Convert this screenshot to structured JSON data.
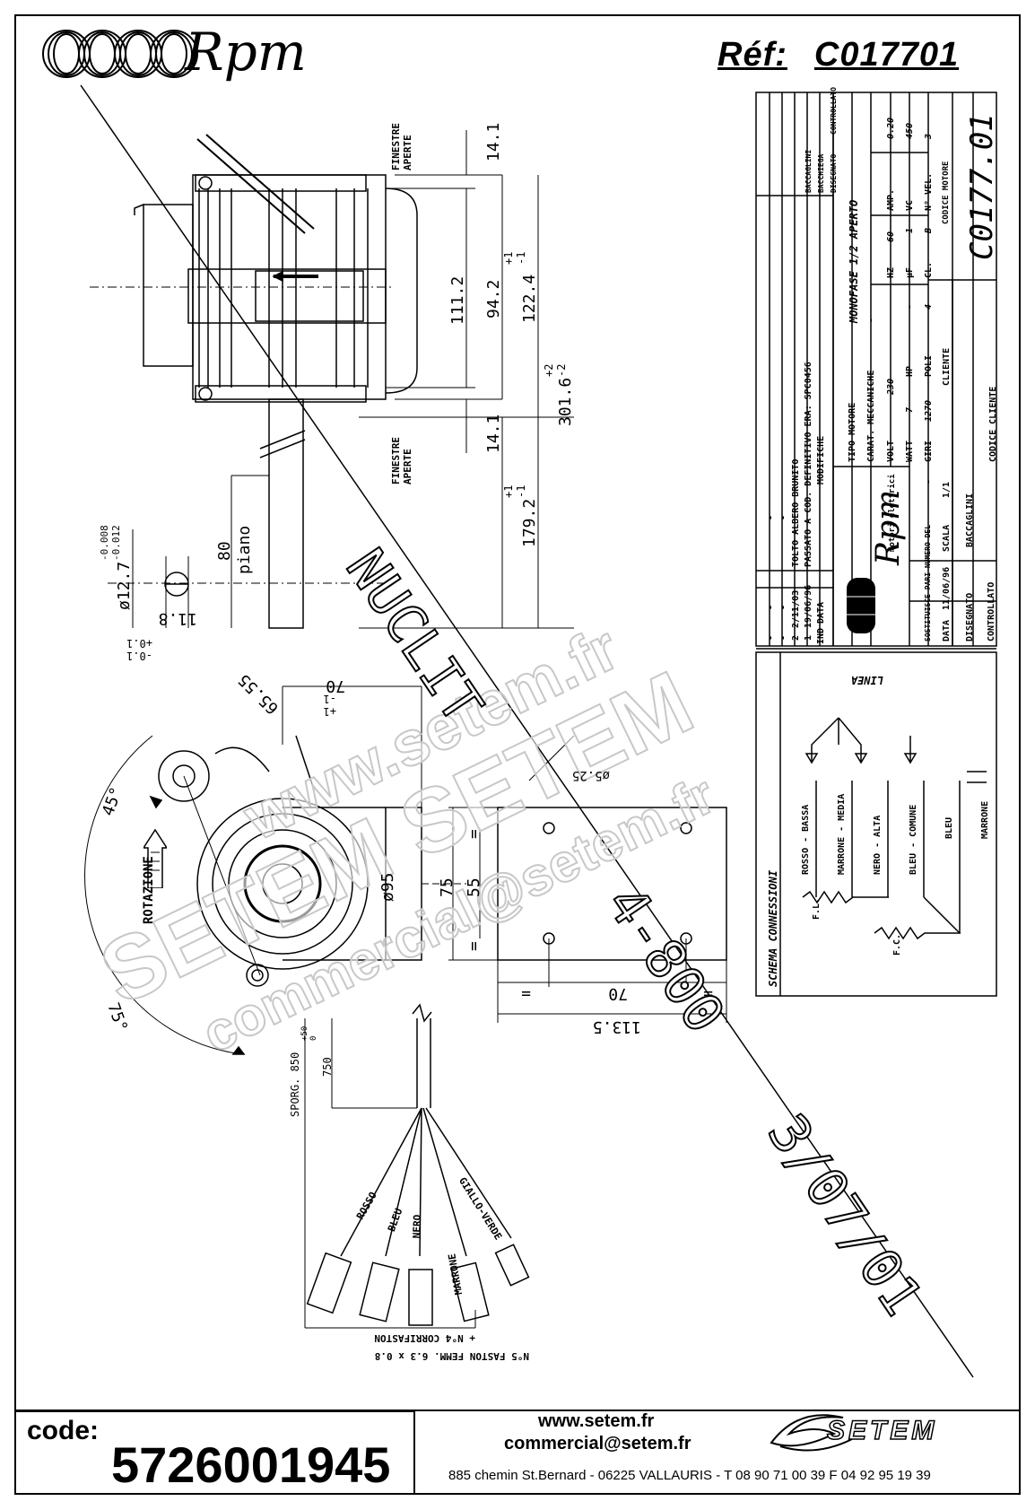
{
  "header": {
    "brand": "Rpm",
    "ref_label": "Réf:",
    "ref_value": "C017701"
  },
  "top_view": {
    "labels": {
      "finestre_top": "FINESTRE\nAPERTE",
      "finestre_bottom": "FINESTRE\nAPERTE",
      "piano": "piano"
    },
    "dims": [
      "14.1",
      "111.2",
      "94.2",
      "+1\n-1",
      "122.4",
      "+2\n-2",
      "301.6",
      "14.1",
      "179.2",
      "+1\n-1",
      "80",
      "ø12.7",
      "-0.008\n-0.012",
      "11.8",
      "-0.1\n+0.1"
    ]
  },
  "front_view": {
    "labels": {
      "rotazione": "ROTAZIONE"
    },
    "dims": [
      "45°",
      "75°",
      "65.55",
      "70",
      "+1\n-1",
      "ø95",
      "75",
      "55",
      "=",
      "=",
      "70",
      "113.5",
      "=",
      "=",
      "ø5.25"
    ]
  },
  "cable": {
    "dims": [
      "750",
      "SPORG. 850",
      "+50\n0"
    ],
    "wires": [
      "ROSSO",
      "BLEU",
      "NERO",
      "MARRONE",
      "GIALLO-VERDE"
    ],
    "note1": "+ N°4 CORRIFASTON",
    "note2": "N°5 FASTON FEMM. 6.3 x 0.8"
  },
  "title_block": {
    "rev_headers": [
      "IND",
      "DATA",
      "MODIFICHE"
    ],
    "revisions": [
      {
        "ind": "1",
        "data": "19/06/96",
        "mod": "PASSATO A COD. DEFINITIVO ERA: SPC0456"
      },
      {
        "ind": "2",
        "data": "2/11/03",
        "mod": "TOLTO ALBERO BRUNITO"
      },
      {
        "ind": "-",
        "data": "-",
        "mod": "-"
      },
      {
        "ind": "-",
        "data": "-",
        "mod": "-"
      }
    ],
    "sign_headers": [
      "DISEGNATO",
      "CONTROLLATO"
    ],
    "signers": [
      "BACCAGLINI",
      "BACCHIEGA"
    ],
    "tipo_motore_label": "TIPO MOTORE",
    "tipo_motore": "MONOFASE 1/2 APERTO",
    "carat_label": "CARAT. MECCANICHE",
    "carat_value": "-",
    "specs": [
      {
        "k": "VOLT",
        "v": "230"
      },
      {
        "k": "HZ",
        "v": "60"
      },
      {
        "k": "AMP.",
        "v": "0.20"
      },
      {
        "k": "WATT",
        "v": "7"
      },
      {
        "k": "HP",
        "v": "-"
      },
      {
        "k": "µF",
        "v": "1"
      },
      {
        "k": "VC",
        "v": "450"
      },
      {
        "k": "GIRI",
        "v": "1270"
      },
      {
        "k": "POLI",
        "v": "4"
      },
      {
        "k": "CL.",
        "v": "B"
      },
      {
        "k": "N° VEL.",
        "v": "3"
      }
    ],
    "cliente_label": "CLIENTE",
    "codice_motore_label": "CODICE MOTORE",
    "codice_motore": "C0177.01",
    "codice_cliente_label": "CODICE CLIENTE",
    "sostituisce_label": "SOSTITUISCE PARI NUMERO DEL",
    "sostituisce_value": "-",
    "data_label": "DATA",
    "data_value": "11/06/96",
    "scala_label": "SCALA",
    "scala_value": "1/1",
    "disegnato_label": "DISEGNATO",
    "disegnato_value": "BACCAGLINI",
    "controllato_label": "CONTROLLATO",
    "logo_text": "Rpm",
    "logo_sub": "motori elettrici"
  },
  "schema": {
    "title": "SCHEMA CONNESSIONI",
    "linea": "LINEA",
    "wires": [
      "ROSSO - BASSA",
      "MARRONE - MEDIA",
      "NERO - ALTA",
      "BLEU - COMUNE",
      "BLEU",
      "MARRONE"
    ],
    "fl": "F.L.",
    "fc": "F.C."
  },
  "annotations": {
    "handwritten_1": "NUCLIT",
    "handwritten_2": "4-800",
    "handwritten_3": "3/07/01"
  },
  "watermark": {
    "line1": "www.setem.fr",
    "line2": "SETEM SETEM",
    "line3": "commercial@setem.fr"
  },
  "footer": {
    "code_label": "code:",
    "code_value": "5726001945",
    "website": "www.setem.fr",
    "email": "commercial@setem.fr",
    "address": "885 chemin St.Bernard  -  06225 VALLAURIS  -  T 08 90 71 00 39   F 04 92 95 19 39",
    "setem_logo": "SETEM"
  }
}
